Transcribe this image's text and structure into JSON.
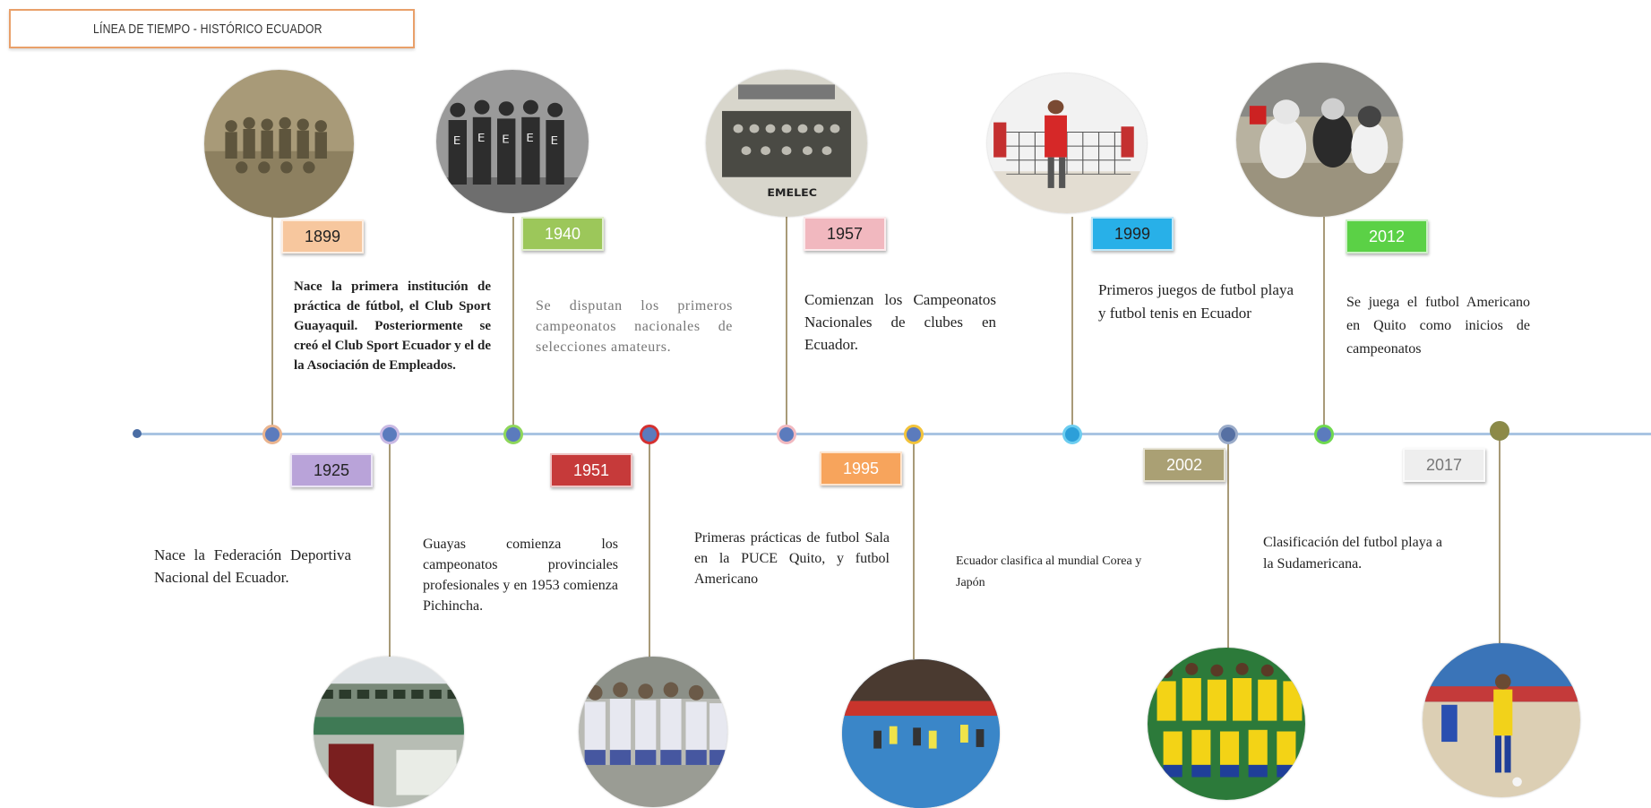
{
  "title": "LÍNEA DE TIEMPO - HISTÓRICO ECUADOR",
  "events": [
    {
      "year": "1899",
      "text": "Nace la primera institución de práctica de fútbol, el Club Sport Guayaquil. Posteriormente se creó el Club Sport Ecuador y el de la Asociación de Empleados.",
      "color": "#f7c79e",
      "photo": "vintage-team-photo"
    },
    {
      "year": "1925",
      "text": "Nace la Federación Deportiva Nacional del Ecuador.",
      "color": "#b9a3d9",
      "photo": "stadium-building-photo"
    },
    {
      "year": "1940",
      "text": "Se disputan los primeros campeonatos nacionales de selecciones amateurs.",
      "color": "#9cc75a",
      "photo": "bw-team-photo"
    },
    {
      "year": "1951",
      "text": "Guayas comienza los campeonatos provinciales profesionales y en 1953 comienza Pichincha.",
      "color": "#c63a3a",
      "photo": "vintage-squad-photo"
    },
    {
      "year": "1957",
      "text": "Comienzan los Campeonatos Nacionales de clubes en Ecuador.",
      "color": "#f1b8bf",
      "photo": "emelec-newspaper-photo"
    },
    {
      "year": "1995",
      "text": "Primeras prácticas de futbol Sala en la PUCE Quito, y futbol Americano",
      "color": "#f7a45c",
      "photo": "futsal-match-photo"
    },
    {
      "year": "1999",
      "text": "Primeros juegos de futbol playa y futbol tenis en Ecuador",
      "color": "#28b0e8",
      "photo": "footvolley-photo"
    },
    {
      "year": "2002",
      "text": "Ecuador clasifica al mundial Corea y Japón",
      "color": "#aaa074",
      "photo": "world-cup-team-photo"
    },
    {
      "year": "2012",
      "text": "Se juega el futbol Americano en Quito como inicios de campeonatos",
      "color": "#5bd146",
      "photo": "american-football-photo"
    },
    {
      "year": "2017",
      "text": "Clasificación del futbol playa a la Sudamericana.",
      "color": "#eeeeee",
      "photo": "beach-soccer-photo"
    }
  ]
}
